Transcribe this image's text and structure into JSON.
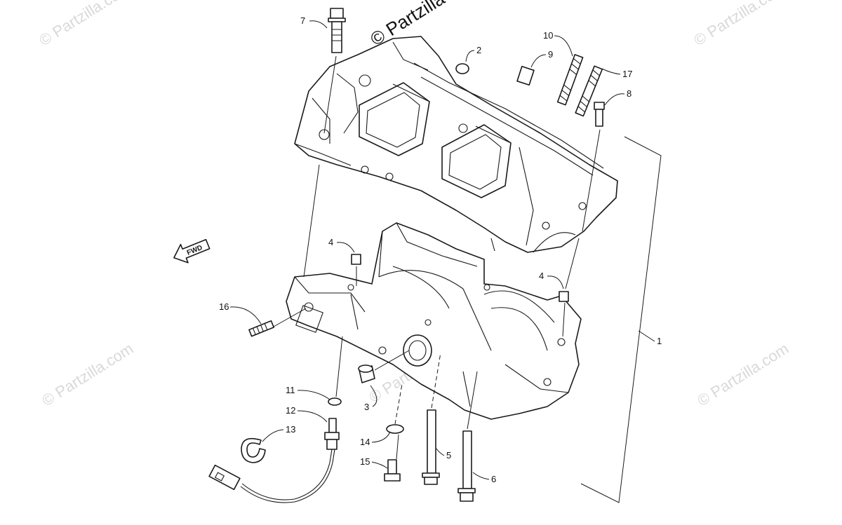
{
  "watermark": {
    "text": "© Partzilla.com",
    "top_text": "© Partzilla"
  },
  "fwd_label": "FWD",
  "callouts": {
    "c1": "1",
    "c2": "2",
    "c3": "3",
    "c4a": "4",
    "c4b": "4",
    "c5": "5",
    "c6": "6",
    "c7": "7",
    "c8": "8",
    "c9": "9",
    "c10": "10",
    "c11": "11",
    "c12": "12",
    "c13": "13",
    "c14": "14",
    "c15": "15",
    "c16": "16",
    "c17": "17"
  },
  "colors": {
    "line": "#1a1a1a",
    "watermark": "#d9d9d9",
    "background": "#ffffff"
  }
}
